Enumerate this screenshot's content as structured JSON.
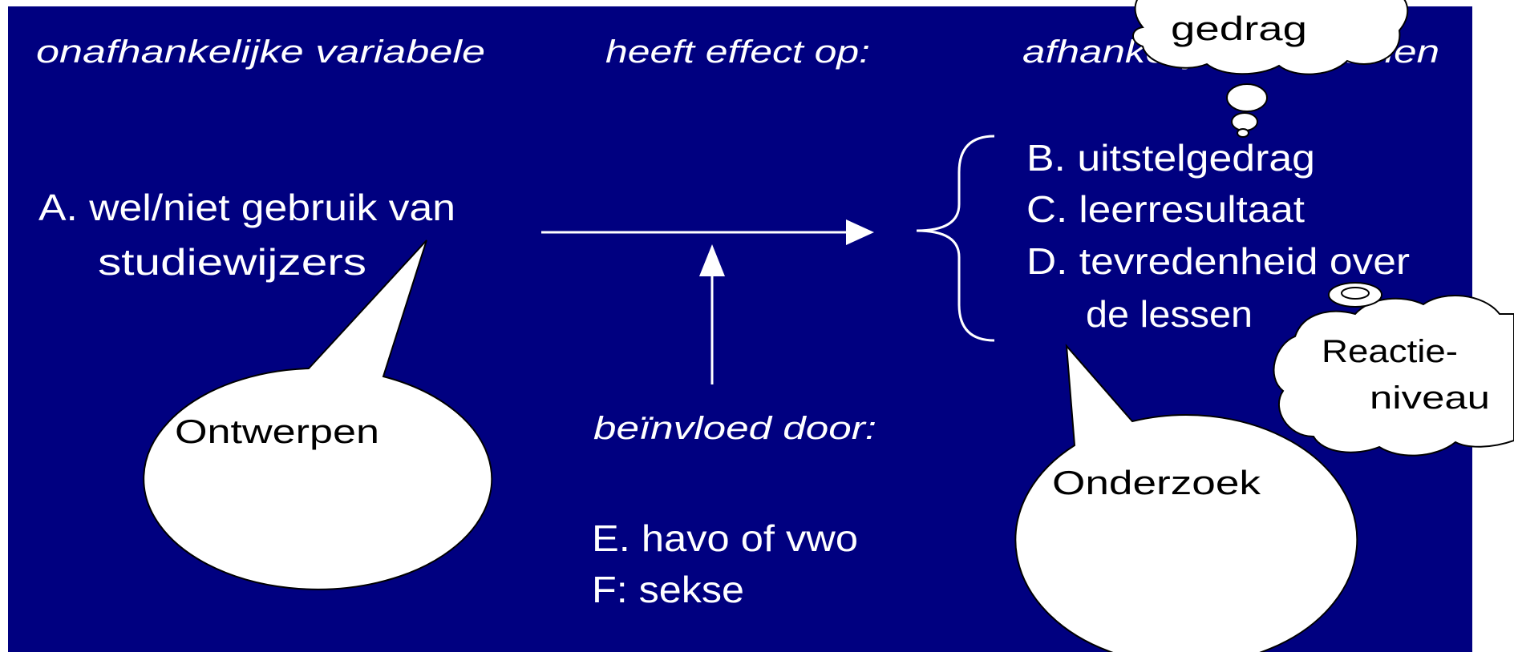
{
  "slide": {
    "background": "#000080",
    "header_left": "onafhankelijke variabele",
    "header_middle": "heeft effect op:",
    "header_right": "afhankelijke variabelen",
    "item_a_line1": "A. wel/niet gebruik van",
    "item_a_line2": "studiewijzers",
    "item_b": "B. uitstelgedrag",
    "item_c": "C. leerresultaat",
    "item_d_line1": "D. tevredenheid over",
    "item_d_line2": "de lessen",
    "influence_header": "beïnvloed door:",
    "item_e": "E. havo of vwo",
    "item_f": "F: sekse"
  },
  "callouts": {
    "ontwerpen": "Ontwerpen",
    "onderzoek": "Onderzoek",
    "gedrag": "gedrag",
    "reactie_line1": "Reactie-",
    "reactie_line2": "niveau"
  }
}
